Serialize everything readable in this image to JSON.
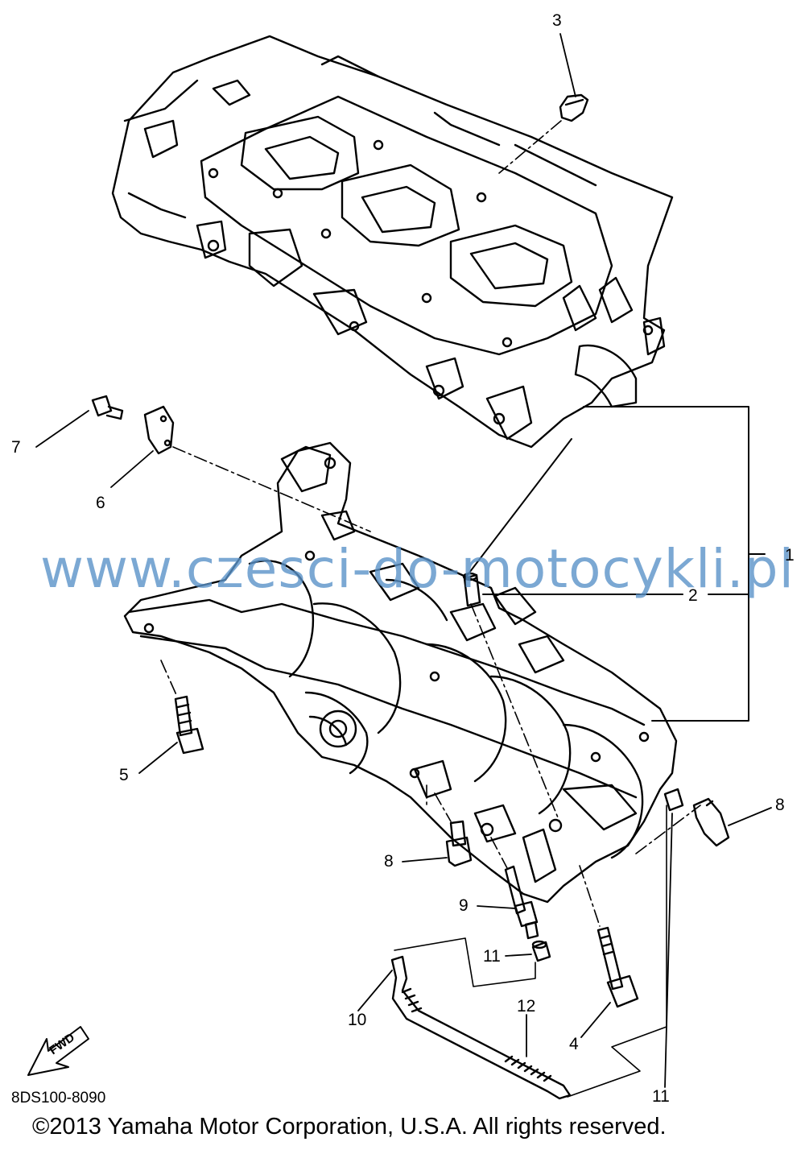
{
  "watermark": "www.czesci-do-motocykli.pl",
  "part_code": "8DS100-8090",
  "copyright": "©2013 Yamaha Motor Corporation, U.S.A. All rights reserved.",
  "fwd_label": "FWD",
  "callouts": {
    "c1": "1",
    "c2": "2",
    "c3": "3",
    "c4": "4",
    "c5": "5",
    "c6": "6",
    "c7": "7",
    "c8a": "8",
    "c8b": "8",
    "c9": "9",
    "c10": "10",
    "c11a": "11",
    "c11b": "11",
    "c12": "12"
  }
}
